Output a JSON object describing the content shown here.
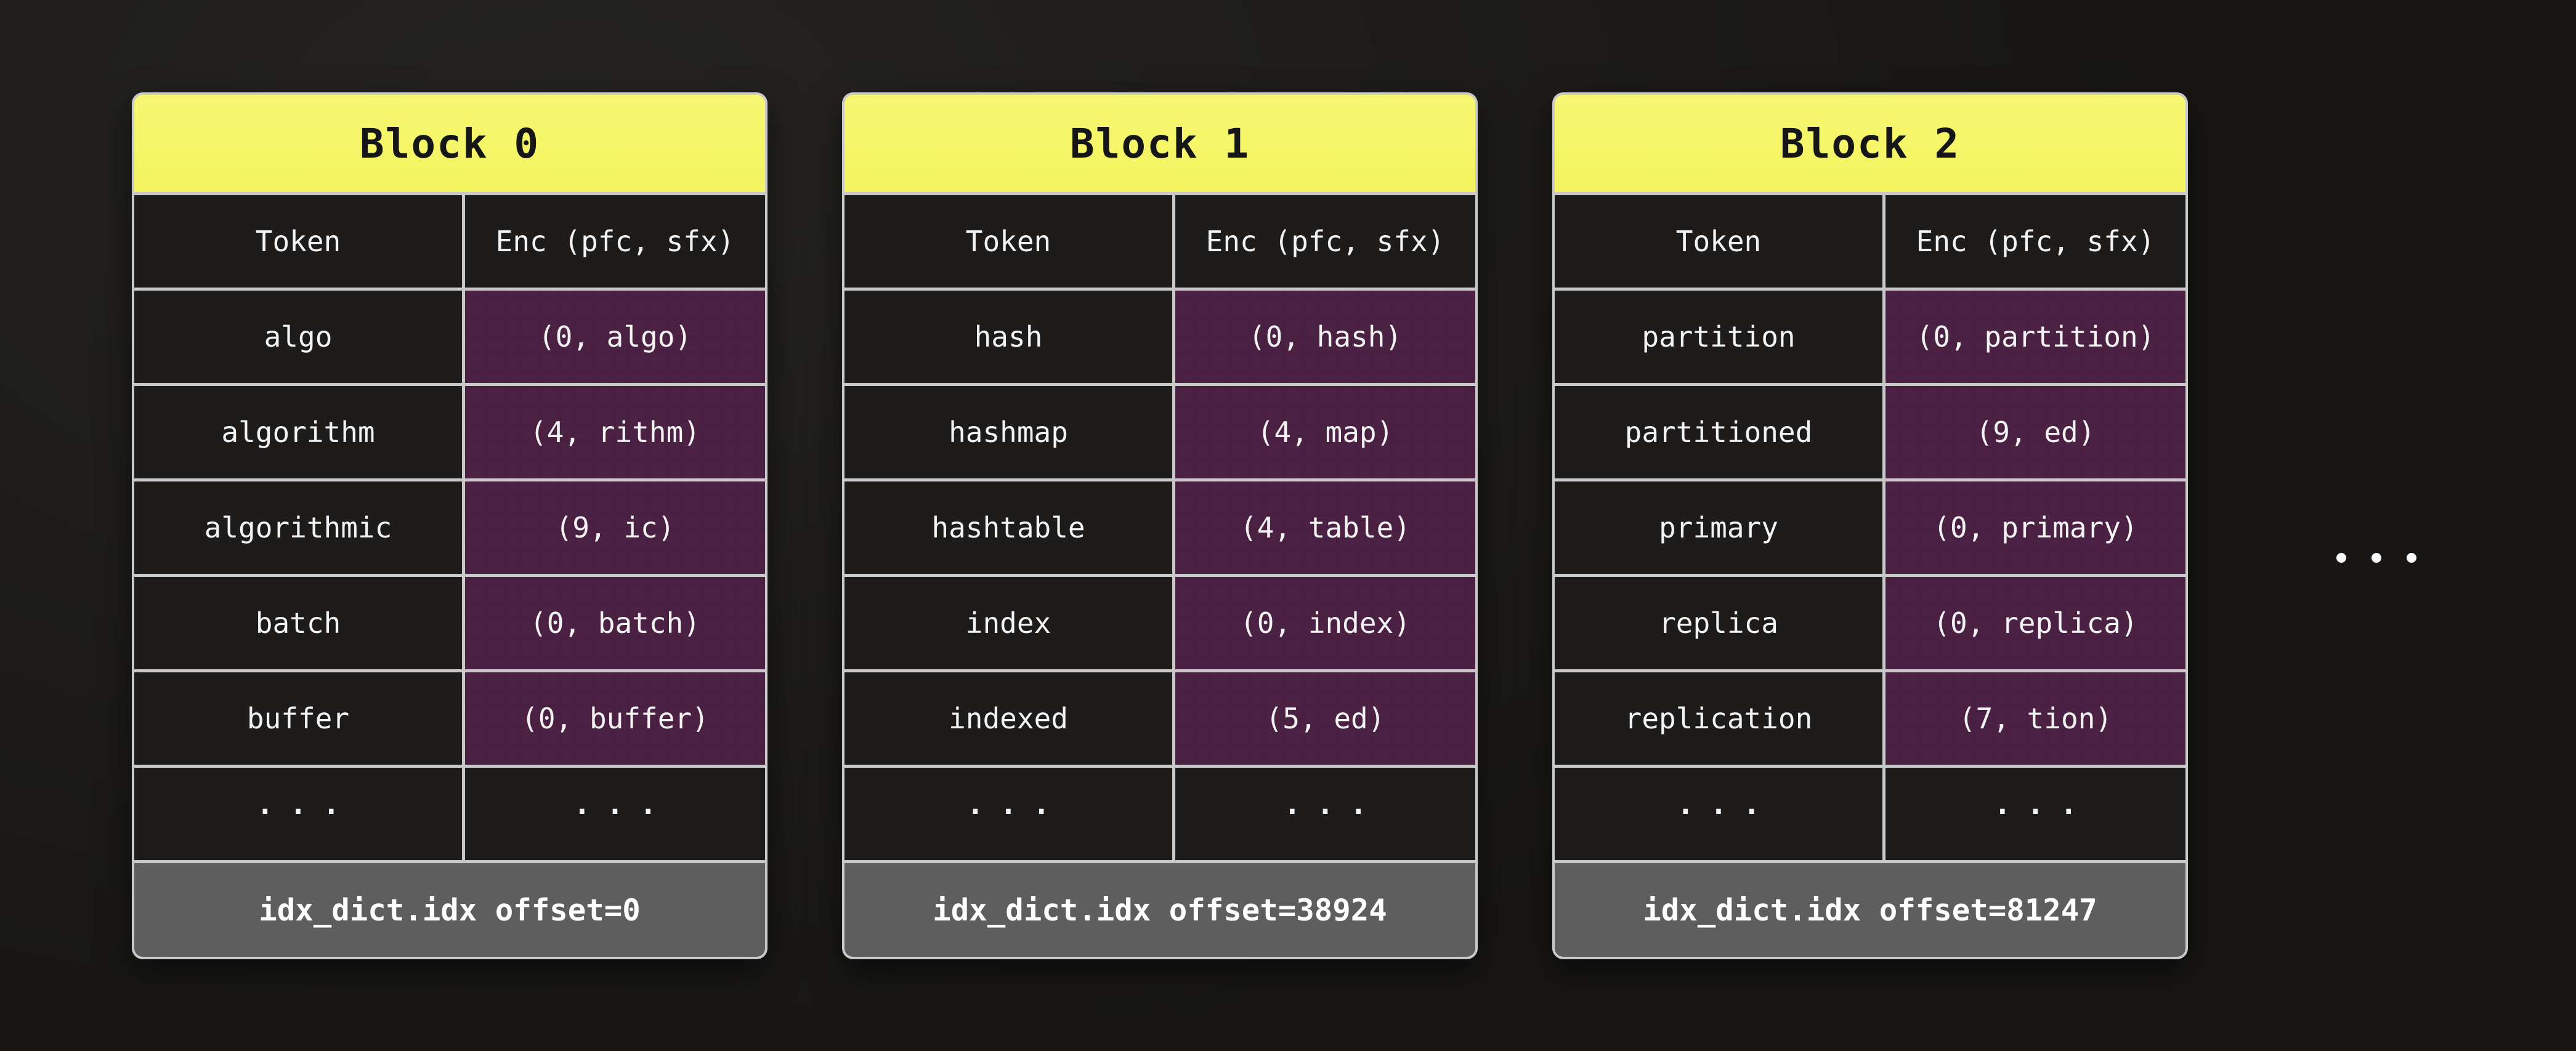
{
  "blocks": [
    {
      "title": "Block 0",
      "columns": {
        "token": "Token",
        "enc": "Enc (pfc, sfx)"
      },
      "rows": [
        {
          "token": "algo",
          "enc": "(0, algo)"
        },
        {
          "token": "algorithm",
          "enc": "(4, rithm)"
        },
        {
          "token": "algorithmic",
          "enc": "(9, ic)"
        },
        {
          "token": "batch",
          "enc": "(0, batch)"
        },
        {
          "token": "buffer",
          "enc": "(0, buffer)"
        },
        {
          "token": "...",
          "enc": "..."
        }
      ],
      "footer": "idx_dict.idx offset=0"
    },
    {
      "title": "Block 1",
      "columns": {
        "token": "Token",
        "enc": "Enc (pfc, sfx)"
      },
      "rows": [
        {
          "token": "hash",
          "enc": "(0, hash)"
        },
        {
          "token": "hashmap",
          "enc": "(4, map)"
        },
        {
          "token": "hashtable",
          "enc": "(4, table)"
        },
        {
          "token": "index",
          "enc": "(0, index)"
        },
        {
          "token": "indexed",
          "enc": "(5, ed)"
        },
        {
          "token": "...",
          "enc": "..."
        }
      ],
      "footer": "idx_dict.idx offset=38924"
    },
    {
      "title": "Block 2",
      "columns": {
        "token": "Token",
        "enc": "Enc (pfc, sfx)"
      },
      "rows": [
        {
          "token": "partition",
          "enc": "(0, partition)"
        },
        {
          "token": "partitioned",
          "enc": "(9, ed)"
        },
        {
          "token": "primary",
          "enc": "(0, primary)"
        },
        {
          "token": "replica",
          "enc": "(0, replica)"
        },
        {
          "token": "replication",
          "enc": "(7, tion)"
        },
        {
          "token": "...",
          "enc": "..."
        }
      ],
      "footer": "idx_dict.idx offset=81247"
    }
  ],
  "more_indicator": "...",
  "colors": {
    "background": "#1d1c1a",
    "block_border": "#c9c9c9",
    "title_bg": "#f5f669",
    "title_text": "#161616",
    "cell_bg": "#1d1c1a",
    "cell_text": "#f3f3f3",
    "enc_cell_bg": "#4a2043",
    "footer_bg": "#5e5e5e",
    "footer_text": "#ffffff"
  }
}
